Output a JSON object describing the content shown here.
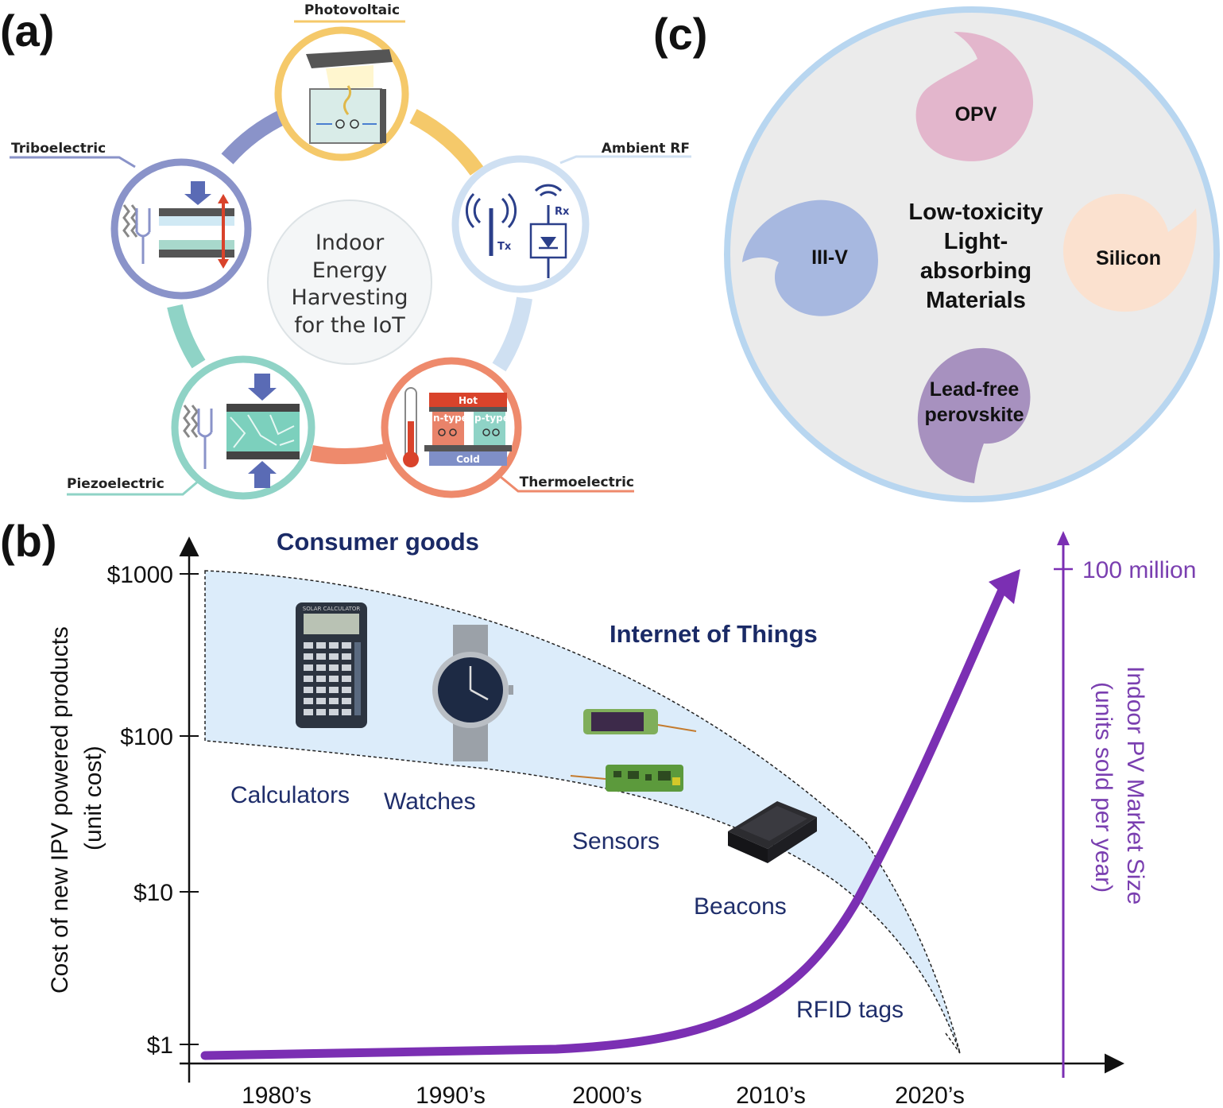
{
  "panel_a": {
    "letter": "(a)",
    "center_lines": [
      "Indoor",
      "Energy",
      "Harvesting",
      "for the IoT"
    ],
    "labels": {
      "photovoltaic": "Photovoltaic",
      "ambient_rf": "Ambient RF",
      "triboelectric": "Triboelectric",
      "piezoelectric": "Piezoelectric",
      "thermoelectric": "Thermoelectric"
    },
    "rf_tx": "Tx",
    "rf_rx": "Rx",
    "te_hot": "Hot",
    "te_cold": "Cold",
    "te_ntype": "n-type",
    "te_ptype": "p-type",
    "colors": {
      "photovoltaic": "#f5c96a",
      "ambient_rf": "#cfe0f2",
      "triboelectric": "#8a93c9",
      "piezoelectric": "#8fd3c6",
      "thermoelectric": "#ee8a6c"
    }
  },
  "panel_b": {
    "letter": "(b)",
    "y_ticks": [
      "$1000",
      "$100",
      "$10",
      "$1"
    ],
    "x_ticks": [
      "1980’s",
      "1990’s",
      "2000’s",
      "2010’s",
      "2020’s"
    ],
    "y_axis_title_line1": "Cost of new IPV powered products",
    "y_axis_title_line2": "(unit cost)",
    "right_axis_title_line1": "Indoor PV Market Size",
    "right_axis_title_line2": "(units sold per year)",
    "right_tick": "100 million",
    "header_consumer": "Consumer goods",
    "header_iot": "Internet of Things",
    "categories": [
      "Calculators",
      "Watches",
      "Sensors",
      "Beacons",
      "RFID tags"
    ],
    "calculator_screen_text": "SOLAR CALCULATOR",
    "colors": {
      "market_curve": "#7b2fb3",
      "band_fill": "#dcecfa"
    }
  },
  "panel_c": {
    "letter": "(c)",
    "center_lines": [
      "Low-toxicity",
      "Light-",
      "absorbing",
      "Materials"
    ],
    "materials": {
      "opv": "OPV",
      "iiiv": "III-V",
      "silicon": "Silicon",
      "lead_free_line1": "Lead-free",
      "lead_free_line2": "perovskite"
    },
    "colors": {
      "opv": "#e3b6cc",
      "iiiv": "#a7b8e0",
      "silicon": "#fbe1cf",
      "lead_free": "#a791bf",
      "ring": "#b8d6f0",
      "disc": "#ebebeb"
    }
  },
  "chart_data": {
    "type": "line",
    "title": "",
    "x": [
      "1980’s",
      "1990’s",
      "2000’s",
      "2010’s",
      "2020’s"
    ],
    "left_axis": {
      "label": "Cost of new IPV powered products (unit cost)",
      "ticks": [
        "$1",
        "$10",
        "$100",
        "$1000"
      ],
      "scale": "log"
    },
    "right_axis": {
      "label": "Indoor PV Market Size (units sold per year)",
      "ticks": [
        "100 million"
      ]
    },
    "series": [],
    "annotations": [
      "Consumer goods",
      "Internet of Things",
      "Calculators",
      "Watches",
      "Sensors",
      "Beacons",
      "RFID tags"
    ]
  }
}
